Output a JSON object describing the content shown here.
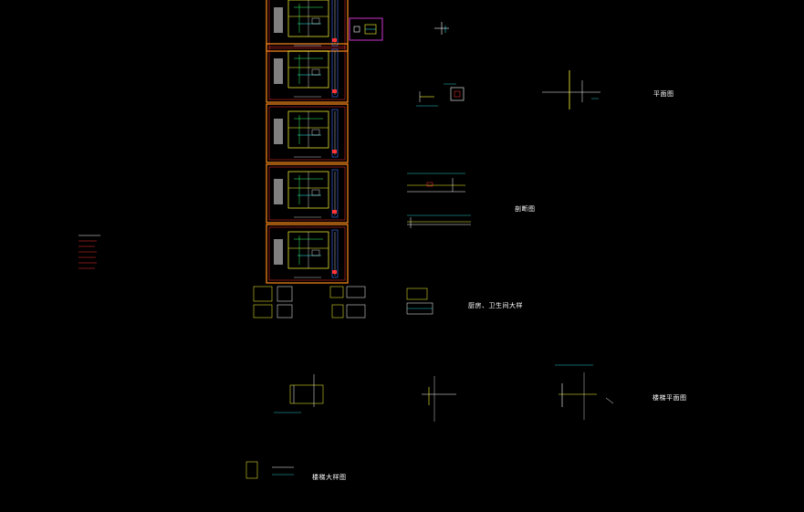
{
  "labels": {
    "plan_view": "平面图",
    "section": "剖断图",
    "kitchen_toilet": "厨房、卫生间大样",
    "stair_plan": "楼梯平面图",
    "stair_detail": "楼梯大样图"
  },
  "colors": {
    "background": "#000000",
    "sheet_border": "#ff3333",
    "frame_orange": "#ff8c1a",
    "wall_yellow": "#ffff33",
    "line_green": "#33ff66",
    "line_cyan": "#33ffff",
    "line_white": "#ffffff",
    "highlight_magenta": "#cc33cc",
    "side_blue": "#4477ff",
    "fill_gray": "#808080"
  },
  "sheets": [
    {
      "id": "sheet-1"
    },
    {
      "id": "sheet-2"
    },
    {
      "id": "sheet-3"
    },
    {
      "id": "sheet-4"
    },
    {
      "id": "sheet-5"
    }
  ]
}
